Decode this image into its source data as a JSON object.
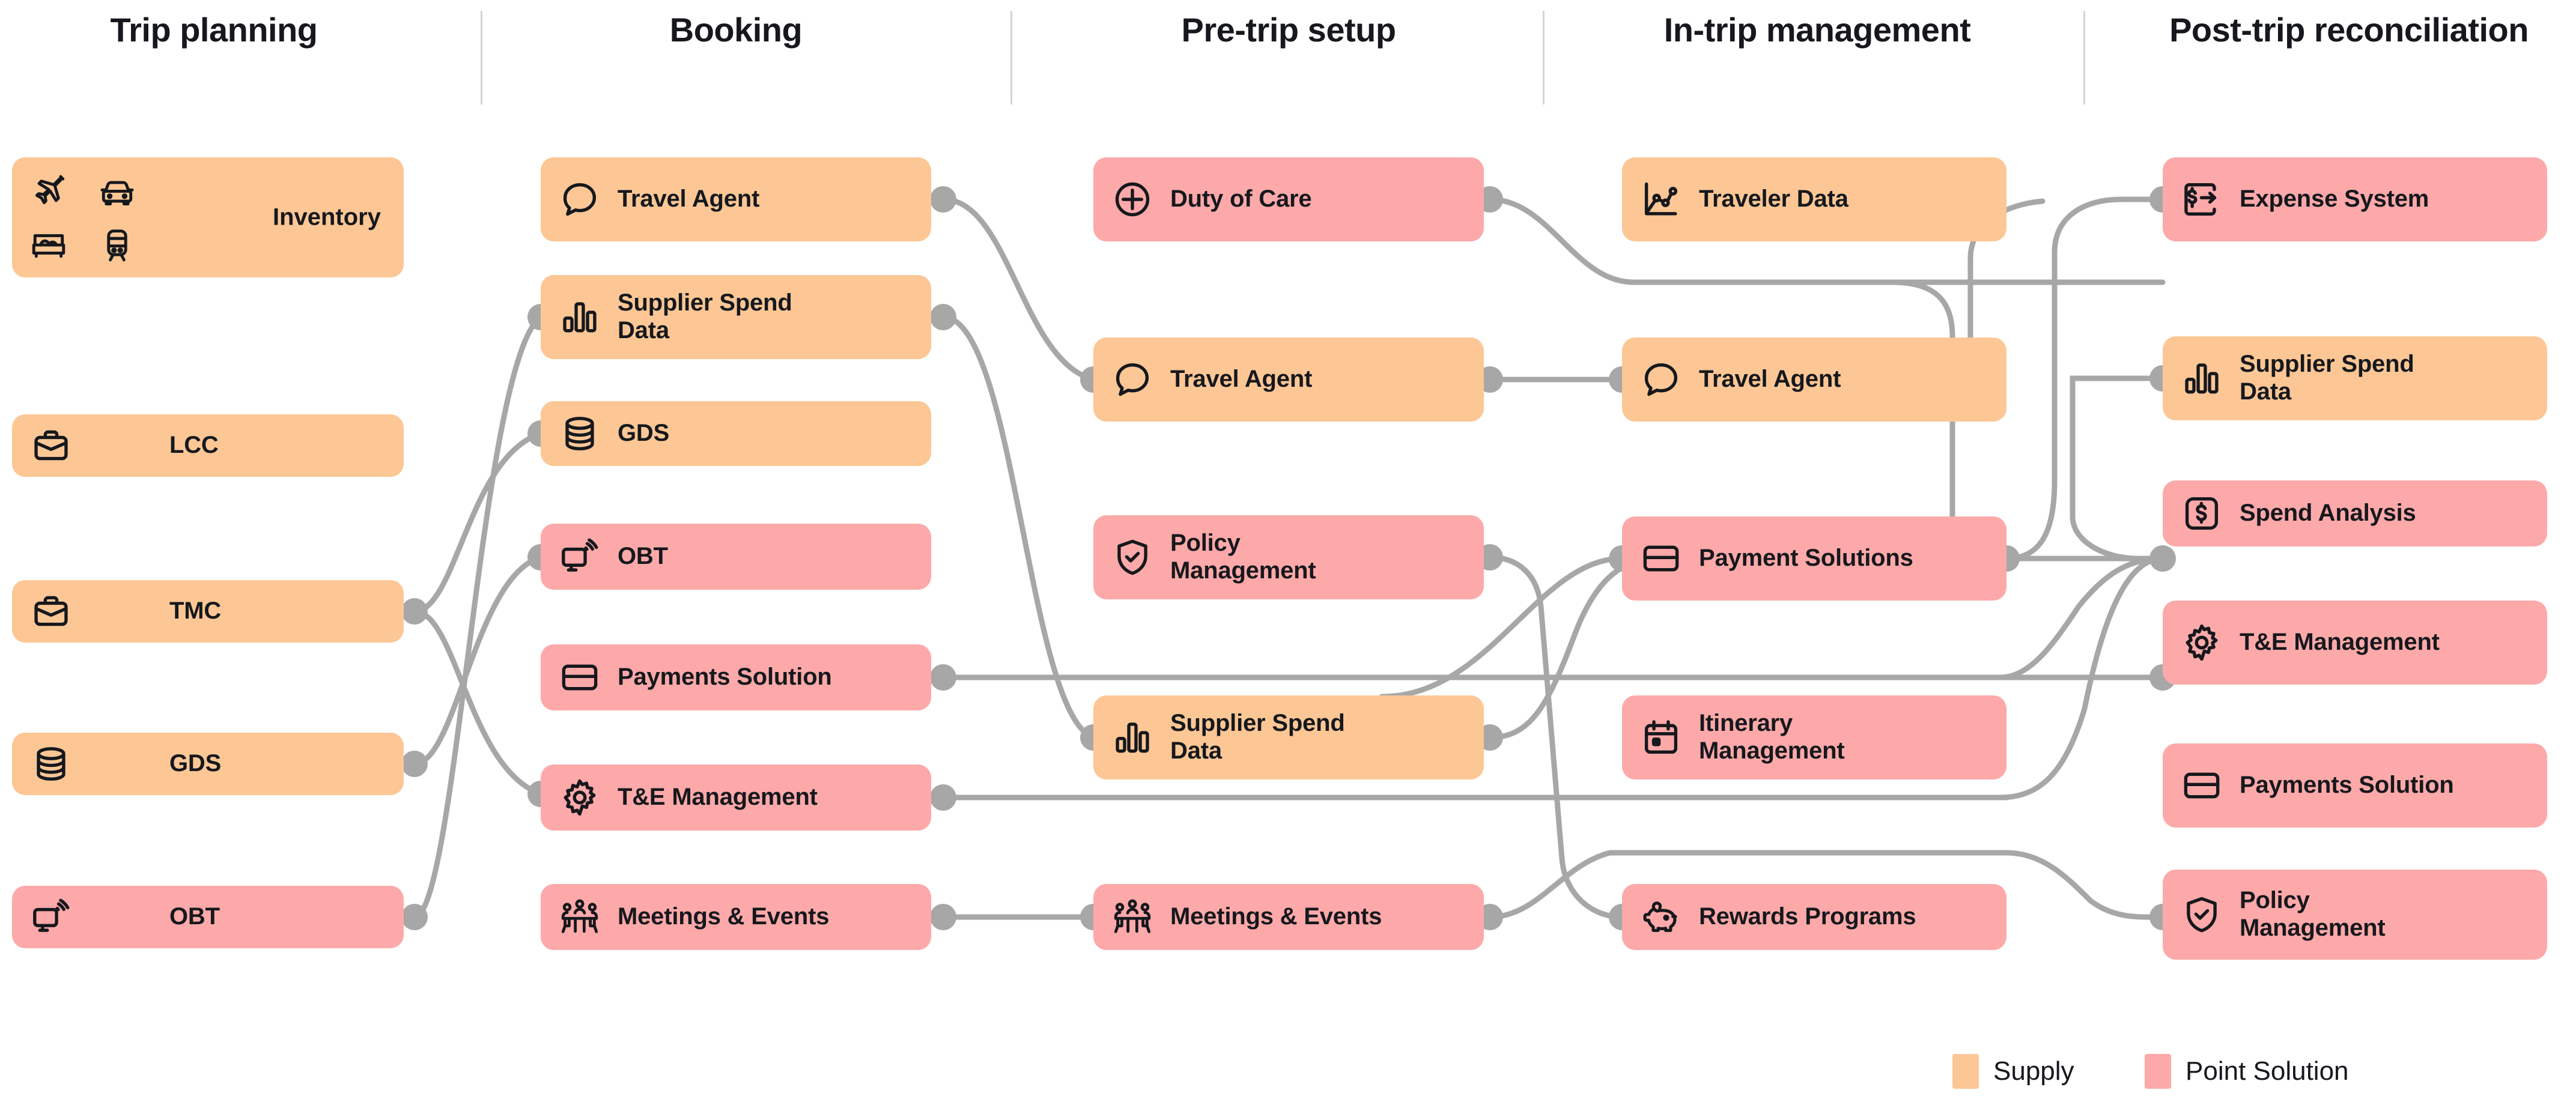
{
  "columns": [
    {
      "id": "trip-planning",
      "title": "Trip planning"
    },
    {
      "id": "booking",
      "title": "Booking"
    },
    {
      "id": "pre-trip-setup",
      "title": "Pre-trip setup"
    },
    {
      "id": "in-trip-management",
      "title": "In-trip management"
    },
    {
      "id": "post-trip-reconciliation",
      "title": "Post-trip reconciliation"
    }
  ],
  "legend": {
    "supply": {
      "label": "Supply",
      "color": "#fcc795"
    },
    "point": {
      "label": "Point Solution",
      "color": "#fda9a9"
    }
  },
  "colors": {
    "supply": "#fcc795",
    "point_solution": "#fda9a9",
    "connector": "#a7a7a7",
    "text": "#16181d",
    "separator": "#d4d4d4",
    "background": "#ffffff"
  },
  "cards": {
    "c1": [
      {
        "label": "Inventory",
        "type": "supply",
        "icons": [
          "plane-icon",
          "car-icon",
          "bed-icon",
          "train-icon"
        ]
      },
      {
        "label": "LCC",
        "type": "supply",
        "icon": "briefcase-icon"
      },
      {
        "label": "TMC",
        "type": "supply",
        "icon": "briefcase-icon"
      },
      {
        "label": "GDS",
        "type": "supply",
        "icon": "database-icon"
      },
      {
        "label": "OBT",
        "type": "point",
        "icon": "monitor-wifi-icon"
      }
    ],
    "c2": [
      {
        "label": "Travel Agent",
        "type": "supply",
        "icon": "chat-bubble-icon"
      },
      {
        "label": "Supplier Spend Data",
        "type": "supply",
        "icon": "bar-chart-icon"
      },
      {
        "label": "GDS",
        "type": "supply",
        "icon": "database-icon"
      },
      {
        "label": "OBT",
        "type": "point",
        "icon": "monitor-wifi-icon"
      },
      {
        "label": "Payments Solution",
        "type": "point",
        "icon": "credit-card-icon"
      },
      {
        "label": "T&E Management",
        "type": "point",
        "icon": "gear-icon"
      },
      {
        "label": "Meetings & Events",
        "type": "point",
        "icon": "meeting-people-icon"
      }
    ],
    "c3": [
      {
        "label": "Duty of Care",
        "type": "point",
        "icon": "plus-circle-icon"
      },
      {
        "label": "Travel Agent",
        "type": "supply",
        "icon": "chat-bubble-icon"
      },
      {
        "label": "Policy Management",
        "type": "point",
        "icon": "shield-check-icon"
      },
      {
        "label": "Supplier Spend Data",
        "type": "supply",
        "icon": "bar-chart-icon"
      },
      {
        "label": "Meetings & Events",
        "type": "point",
        "icon": "meeting-people-icon"
      }
    ],
    "c4": [
      {
        "label": "Traveler Data",
        "type": "supply",
        "icon": "line-chart-icon"
      },
      {
        "label": "Travel Agent",
        "type": "supply",
        "icon": "chat-bubble-icon"
      },
      {
        "label": "Payment Solutions",
        "type": "point",
        "icon": "credit-card-icon"
      },
      {
        "label": "Itinerary Management",
        "type": "point",
        "icon": "calendar-icon"
      },
      {
        "label": "Rewards Programs",
        "type": "point",
        "icon": "piggy-bank-icon"
      }
    ],
    "c5": [
      {
        "label": "Expense System",
        "type": "point",
        "icon": "expense-icon"
      },
      {
        "label": "Supplier Spend Data",
        "type": "supply",
        "icon": "bar-chart-icon"
      },
      {
        "label": "Spend Analysis",
        "type": "point",
        "icon": "dollar-box-icon"
      },
      {
        "label": "T&E Management",
        "type": "point",
        "icon": "gear-icon"
      },
      {
        "label": "Payments Solution",
        "type": "point",
        "icon": "credit-card-icon"
      },
      {
        "label": "Policy Management",
        "type": "point",
        "icon": "shield-check-icon"
      }
    ]
  }
}
